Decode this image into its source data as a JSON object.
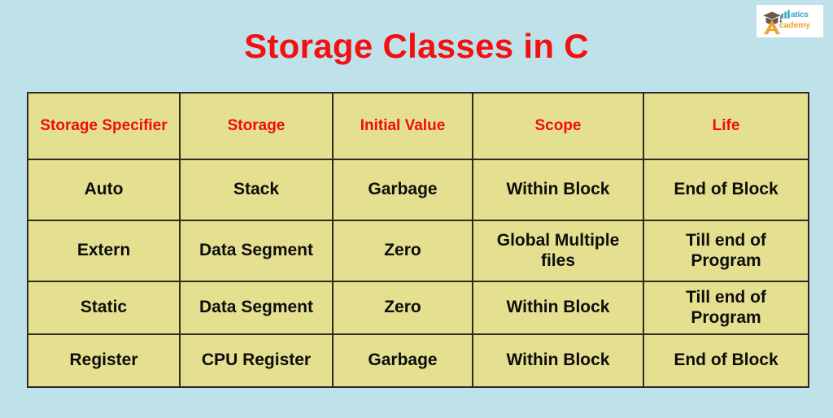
{
  "page": {
    "title": "Storage Classes in C",
    "background_color": "#bfe2ea",
    "title_color": "#f40f10",
    "cell_color": "#e5e08f",
    "border_color": "#2c2c24",
    "header_text_color": "#f00d0d",
    "body_text_color": "#0d0d0d"
  },
  "logo": {
    "brand_part_1": "atics",
    "brand_part_2": "cademy",
    "cap_icon": "graduation-cap-icon",
    "chart_icon": "bar-chart-icon",
    "accent_blue": "#3aa6bf",
    "accent_orange": "#f0a22e"
  },
  "table": {
    "headers": [
      "Storage Specifier",
      "Storage",
      "Initial Value",
      "Scope",
      "Life"
    ],
    "rows": [
      {
        "specifier": "Auto",
        "storage": "Stack",
        "initial_value": "Garbage",
        "scope": "Within Block",
        "life": "End of Block"
      },
      {
        "specifier": "Extern",
        "storage": "Data Segment",
        "initial_value": "Zero",
        "scope": "Global Multiple files",
        "life": "Till end of Program"
      },
      {
        "specifier": "Static",
        "storage": "Data Segment",
        "initial_value": "Zero",
        "scope": "Within Block",
        "life": "Till end of Program"
      },
      {
        "specifier": "Register",
        "storage": "CPU Register",
        "initial_value": "Garbage",
        "scope": "Within Block",
        "life": "End of Block"
      }
    ]
  }
}
